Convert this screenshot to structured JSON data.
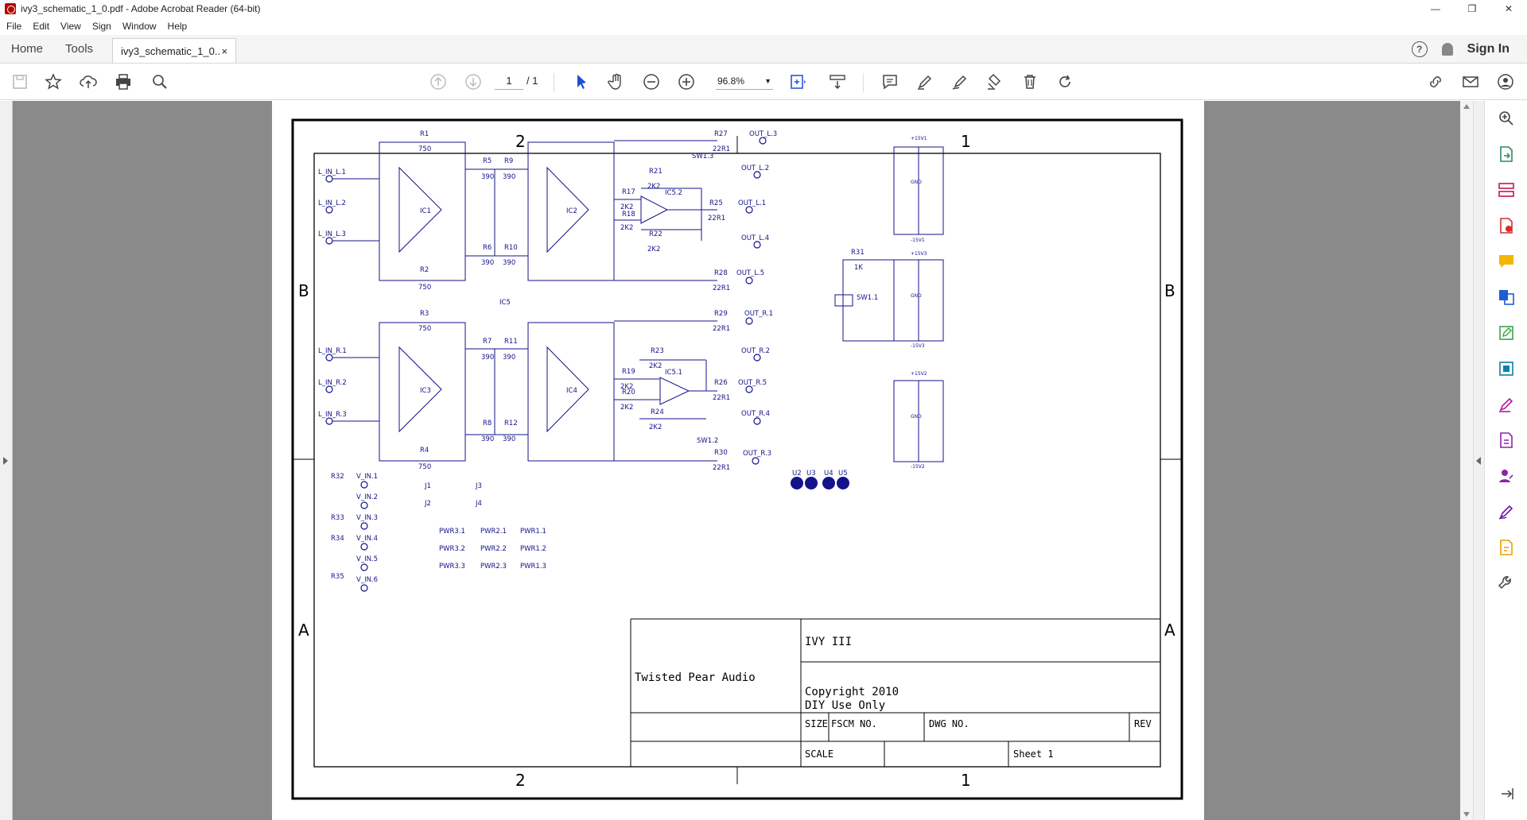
{
  "window": {
    "title": "ivy3_schematic_1_0.pdf - Adobe Acrobat Reader (64-bit)",
    "minimize": "—",
    "maximize": "❐",
    "close": "✕"
  },
  "menu": [
    "File",
    "Edit",
    "View",
    "Sign",
    "Window",
    "Help"
  ],
  "tabs": {
    "home": "Home",
    "tools": "Tools",
    "document": "ivy3_schematic_1_0...",
    "close": "×",
    "help": "?",
    "sign_in": "Sign In"
  },
  "toolbar": {
    "page_current": "1",
    "page_total": "/ 1",
    "zoom": "96.8%",
    "icons": [
      "save-icon",
      "star-icon",
      "upload-icon",
      "print-icon",
      "search-icon",
      "prev-page-icon",
      "next-page-icon",
      "select-arrow-icon",
      "hand-icon",
      "zoom-out-icon",
      "zoom-in-icon",
      "fit-page-icon",
      "scroll-mode-icon",
      "comment-icon",
      "highlight-pen-icon",
      "sign-pen-icon",
      "stamp-icon",
      "delete-icon",
      "rotate-icon",
      "share-link-icon",
      "mail-icon",
      "account-icon"
    ]
  },
  "right_panel_icons": [
    "zoom-icon",
    "export-pdf-icon",
    "organize-icon",
    "create-pdf-icon",
    "comment-icon",
    "combine-icon",
    "edit-icon",
    "compress-icon",
    "fill-sign-icon",
    "protect-icon",
    "request-sign-icon",
    "scan-icon",
    "prepare-form-icon",
    "more-tools-icon"
  ],
  "schematic": {
    "zones_top": [
      "2",
      "1"
    ],
    "zones_side": [
      "B",
      "A"
    ],
    "title_block": {
      "company": "Twisted Pear Audio",
      "title": "IVY  III",
      "copyright_line1": "Copyright 2010",
      "copyright_line2": "DIY Use Only",
      "size": "SIZE",
      "fscm": "FSCM NO.",
      "dwg": "DWG NO.",
      "rev": "REV",
      "scale": "SCALE",
      "sheet": "Sheet 1"
    },
    "ic_labels": [
      "IC1",
      "IC2",
      "IC3",
      "IC4",
      "IC5.2",
      "IC5.1",
      "IC5"
    ],
    "outputs": [
      "OUT_L.3",
      "OUT_L.2",
      "OUT_L.1",
      "OUT_L.4",
      "OUT_L.5",
      "OUT_R.1",
      "OUT_R.2",
      "OUT_R.5",
      "OUT_R.4",
      "OUT_R.3"
    ],
    "inputs": [
      "L_IN_L.1",
      "L_IN_L.2",
      "L_IN_L.3",
      "L_IN_R.1",
      "L_IN_R.2",
      "L_IN_R.3"
    ],
    "resistors": [
      {
        "ref": "R1",
        "val": "750"
      },
      {
        "ref": "R2",
        "val": "750"
      },
      {
        "ref": "R3",
        "val": "750"
      },
      {
        "ref": "R4",
        "val": "750"
      },
      {
        "ref": "R5",
        "val": "390"
      },
      {
        "ref": "R9",
        "val": "390"
      },
      {
        "ref": "R6",
        "val": "390"
      },
      {
        "ref": "R10",
        "val": "390"
      },
      {
        "ref": "R7",
        "val": "390"
      },
      {
        "ref": "R11",
        "val": "390"
      },
      {
        "ref": "R8",
        "val": "390"
      },
      {
        "ref": "R12",
        "val": "390"
      },
      {
        "ref": "R27",
        "val": "22R1"
      },
      {
        "ref": "R25",
        "val": "22R1"
      },
      {
        "ref": "R28",
        "val": "22R1"
      },
      {
        "ref": "R29",
        "val": "22R1"
      },
      {
        "ref": "R26",
        "val": "22R1"
      },
      {
        "ref": "R30",
        "val": "22R1"
      },
      {
        "ref": "R21",
        "val": "2K2"
      },
      {
        "ref": "R17",
        "val": "2K2"
      },
      {
        "ref": "R18",
        "val": "2K2"
      },
      {
        "ref": "R22",
        "val": "2K2"
      },
      {
        "ref": "R23",
        "val": "2K2"
      },
      {
        "ref": "R19",
        "val": "2K2"
      },
      {
        "ref": "R20",
        "val": "2K2"
      },
      {
        "ref": "R24",
        "val": "2K2"
      },
      {
        "ref": "R31",
        "val": "1K"
      }
    ],
    "misc_labels": [
      "SW1.3",
      "SW1.2",
      "SW1.1",
      "U2",
      "U3",
      "U4",
      "U5",
      "J1",
      "J2",
      "J3",
      "J4",
      "PWR3.1",
      "PWR2.1",
      "PWR1.1",
      "PWR3.2",
      "PWR2.2",
      "PWR1.2",
      "PWR3.3",
      "PWR2.3",
      "PWR1.3",
      "R32",
      "R33",
      "R34",
      "R35",
      "V_IN.1",
      "V_IN.2",
      "V_IN.3",
      "V_IN.4",
      "V_IN.5",
      "V_IN.6",
      "+15V1",
      "-15V1",
      "+15V3",
      "-15V3",
      "+15V2",
      "-15V2",
      "GND"
    ]
  }
}
